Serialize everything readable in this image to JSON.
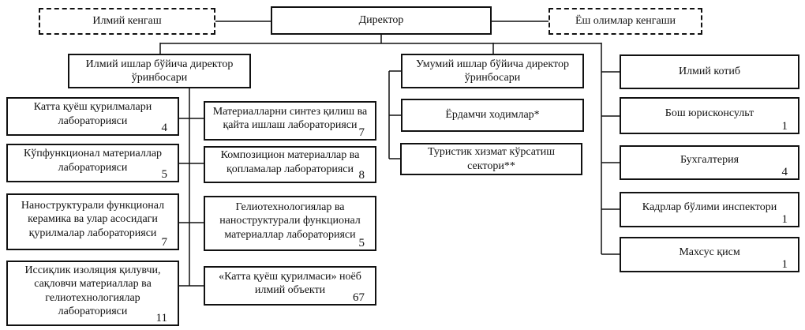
{
  "diagram_type": "organizational-chart",
  "colors": {
    "background": "#ffffff",
    "line": "#111111",
    "border": "#111111",
    "text": "#111111"
  },
  "nodes": {
    "scientific_council": {
      "label": "Илмий кенгаш"
    },
    "director": {
      "label": "Директор"
    },
    "young_scientists_council": {
      "label": "Ёш олимлар кенгаши"
    },
    "deputy_science": {
      "label": "Илмий ишлар бўйича директор ўринбосари"
    },
    "deputy_general": {
      "label": "Умумий ишлар бўйича директор ўринбосари"
    },
    "support_staff": {
      "label": "Ёрдамчи ходимлар*"
    },
    "tourism_sector": {
      "label": "Туристик хизмат кўрсатиш сектори**"
    },
    "lab_big_solar_installations": {
      "label": "Катта қуёш қурилмалари лабораторияси",
      "count": "4"
    },
    "lab_multifunctional_materials": {
      "label": "Кўпфункционал материаллар лабораторияси",
      "count": "5"
    },
    "lab_nanostructured_ceramics": {
      "label": "Наноструктурали функционал керамика ва улар асосидаги қурилмалар лабораторияси",
      "count": "7"
    },
    "lab_thermal_insulation": {
      "label": "Иссиқлик изоляция қилувчи, сақловчи материаллар ва гелиотехнологиялар лабораторияси",
      "count": "11"
    },
    "lab_synthesis_processing": {
      "label": "Материалларни синтез қилиш ва қайта ишлаш лабораторияси",
      "count": "7"
    },
    "lab_composite_coatings": {
      "label": "Композицион материаллар ва қопламалар лабораторияси",
      "count": "8"
    },
    "lab_heliotech_materials": {
      "label": "Гелиотехнологиялар ва наноструктурали функционал материаллар лабораторияси",
      "count": "5"
    },
    "unique_solar_object": {
      "label": "«Катта қуёш қурилмаси» ноёб илмий объекти",
      "count": "67"
    },
    "scientific_secretary": {
      "label": "Илмий котиб"
    },
    "chief_legal_counsel": {
      "label": "Бош юрисконсульт",
      "count": "1"
    },
    "accounting": {
      "label": "Бухгалтерия",
      "count": "4"
    },
    "hr_department_inspector": {
      "label": "Кадрлар бўлими инспектори",
      "count": "1"
    },
    "special_unit": {
      "label": "Махсус қисм",
      "count": "1"
    }
  }
}
